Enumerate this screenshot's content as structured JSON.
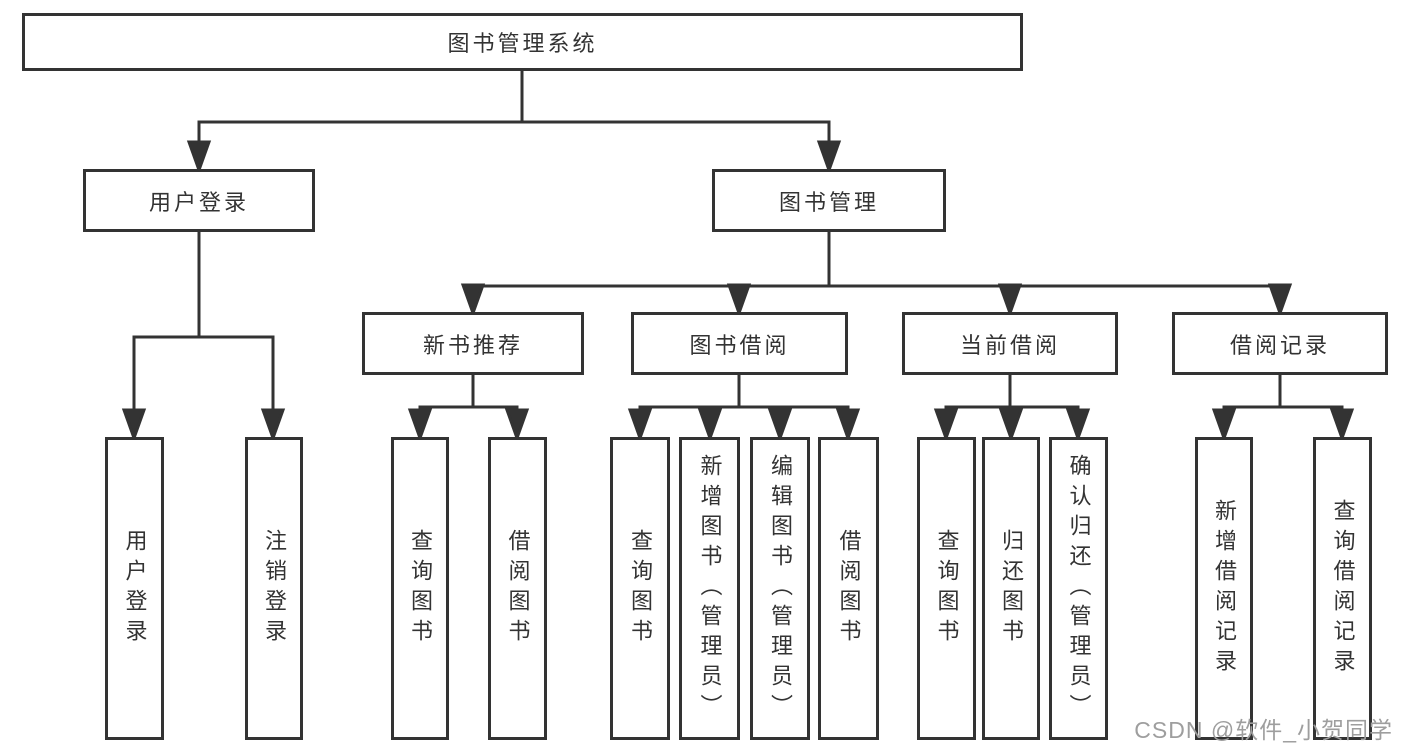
{
  "tree": {
    "root": {
      "label": "图书管理系统"
    },
    "branches": [
      {
        "label": "用户登录",
        "leaves": [
          "用户登录",
          "注销登录"
        ]
      },
      {
        "label": "图书管理",
        "groups": [
          {
            "label": "新书推荐",
            "leaves": [
              "查询图书",
              "借阅图书"
            ]
          },
          {
            "label": "图书借阅",
            "leaves": [
              "查询图书",
              "新增图书（管理员）",
              "编辑图书（管理员）",
              "借阅图书"
            ]
          },
          {
            "label": "当前借阅",
            "leaves": [
              "查询图书",
              "归还图书",
              "确认归还（管理员）"
            ]
          },
          {
            "label": "借阅记录",
            "leaves": [
              "新增借阅记录",
              "查询借阅记录"
            ]
          }
        ]
      }
    ]
  },
  "watermark": {
    "text": "CSDN @软件_小贺同学"
  },
  "colors": {
    "line": "#333333",
    "box_border": "#333333",
    "text": "#333333",
    "watermark": "#9e9e9e",
    "background": "#ffffff"
  }
}
